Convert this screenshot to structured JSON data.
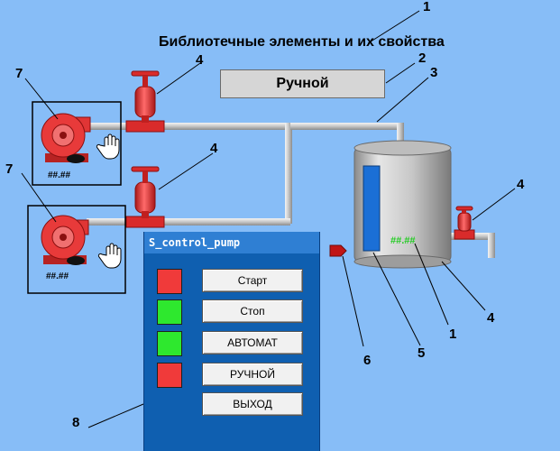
{
  "title": "Библиотечные элементы и их свойства",
  "mode_label": "Ручной",
  "pump_values": [
    "##.##",
    "##.##"
  ],
  "tank_value": "##.##",
  "panel": {
    "title": "S_control_pump",
    "rows": [
      {
        "lamp_color": "#f03a3a",
        "button": "Старт"
      },
      {
        "lamp_color": "#2ee82e",
        "button": "Стоп"
      },
      {
        "lamp_color": "#2ee82e",
        "button": "АВТОМАТ"
      },
      {
        "lamp_color": "#f03a3a",
        "button": "РУЧНОЙ"
      },
      {
        "lamp_color": "",
        "button": "ВЫХОД"
      }
    ]
  },
  "callouts": [
    "1",
    "2",
    "3",
    "4",
    "4",
    "4",
    "7",
    "7",
    "1",
    "4",
    "6",
    "5",
    "8"
  ],
  "colors": {
    "background": "#87bdf7",
    "pipe": "#d8d8d8",
    "pump_red": "#e83a3a",
    "tank_level": "#1b6fd6"
  },
  "icons": [
    "pump-icon",
    "hand-cursor-icon",
    "valve-icon",
    "tank-icon",
    "arrow-pointer-icon"
  ]
}
